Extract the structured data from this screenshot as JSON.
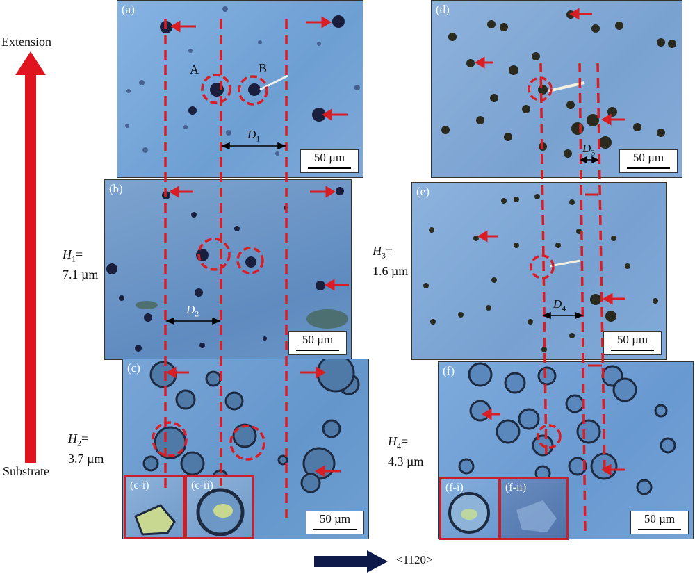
{
  "axis": {
    "top_label": "Extension",
    "bottom_label": "Substrate",
    "direction_label": "<11̅2̅0>",
    "arrow_color": "#e0141e",
    "direction_arrow_color": "#0d1a4a"
  },
  "panels": {
    "a": {
      "label": "(a)"
    },
    "b": {
      "label": "(b)"
    },
    "c": {
      "label": "(c)"
    },
    "d": {
      "label": "(d)"
    },
    "e": {
      "label": "(e)"
    },
    "f": {
      "label": "(f)"
    }
  },
  "insets": {
    "ci": "(c-i)",
    "cii": "(c-ii)",
    "fi": "(f-i)",
    "fii": "(f-ii)"
  },
  "scale": "50 µm",
  "heights": {
    "h1": {
      "var": "H",
      "sub": "1",
      "eq": "=",
      "value": "7.1 µm"
    },
    "h2": {
      "var": "H",
      "sub": "2",
      "eq": "=",
      "value": "3.7 µm"
    },
    "h3": {
      "var": "H",
      "sub": "3",
      "eq": "=",
      "value": "1.6 µm"
    },
    "h4": {
      "var": "H",
      "sub": "4",
      "eq": "=",
      "value": "4.3 µm"
    }
  },
  "distances": {
    "d1": {
      "var": "D",
      "sub": "1"
    },
    "d2": {
      "var": "D",
      "sub": "2"
    },
    "d3": {
      "var": "D",
      "sub": "3"
    },
    "d4": {
      "var": "D",
      "sub": "4"
    }
  },
  "markers": {
    "A": "A",
    "B": "B"
  },
  "colors": {
    "guide_line": "#d81e24",
    "micrograph_bg": "#6f9fd4",
    "etch_pit": "#1a1f3d"
  }
}
